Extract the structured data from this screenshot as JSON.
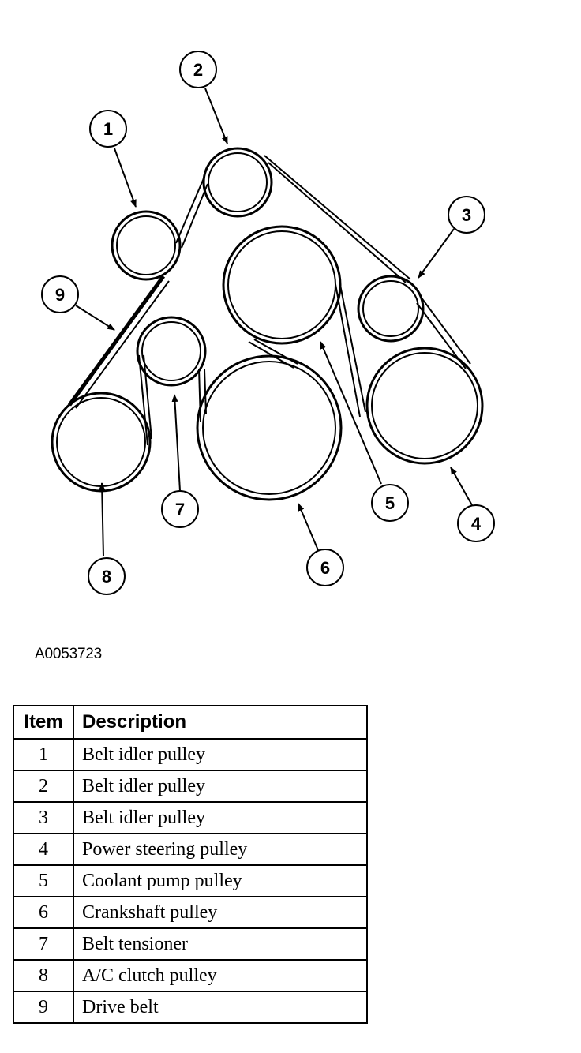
{
  "figure_id": "A0053723",
  "callouts": [
    {
      "number": "1",
      "target": "belt-idler-pulley-1"
    },
    {
      "number": "2",
      "target": "belt-idler-pulley-2"
    },
    {
      "number": "3",
      "target": "belt-idler-pulley-3"
    },
    {
      "number": "4",
      "target": "power-steering-pulley"
    },
    {
      "number": "5",
      "target": "coolant-pump-pulley"
    },
    {
      "number": "6",
      "target": "crankshaft-pulley"
    },
    {
      "number": "7",
      "target": "belt-tensioner"
    },
    {
      "number": "8",
      "target": "ac-clutch-pulley"
    },
    {
      "number": "9",
      "target": "drive-belt"
    }
  ],
  "legend": {
    "headers": {
      "item": "Item",
      "description": "Description"
    },
    "rows": [
      {
        "item": "1",
        "description": "Belt idler pulley"
      },
      {
        "item": "2",
        "description": "Belt idler pulley"
      },
      {
        "item": "3",
        "description": "Belt idler pulley"
      },
      {
        "item": "4",
        "description": "Power steering pulley"
      },
      {
        "item": "5",
        "description": "Coolant pump pulley"
      },
      {
        "item": "6",
        "description": "Crankshaft pulley"
      },
      {
        "item": "7",
        "description": "Belt tensioner"
      },
      {
        "item": "8",
        "description": "A/C clutch pulley"
      },
      {
        "item": "9",
        "description": "Drive belt"
      }
    ]
  }
}
